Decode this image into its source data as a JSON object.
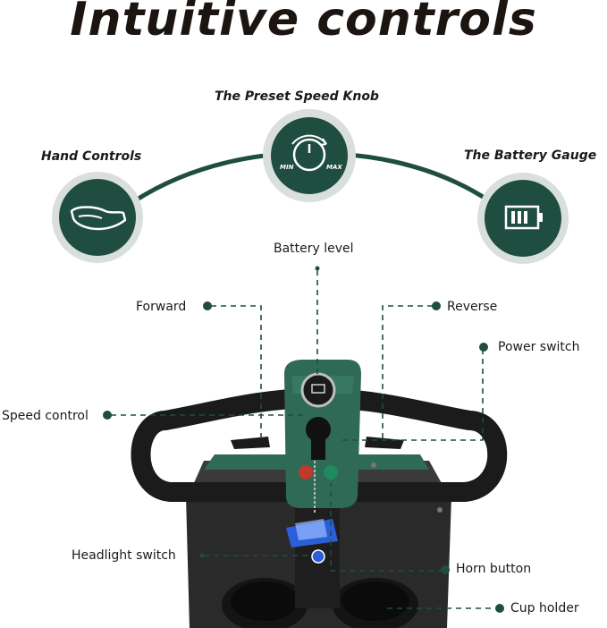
{
  "headline": "Intuitive controls",
  "features": {
    "hand_controls": "Hand Controls",
    "speed_knob": "The Preset Speed Knob",
    "battery_gauge": "The Battery Gauge"
  },
  "knob": {
    "min": "MIN",
    "max": "MAX"
  },
  "callouts": {
    "battery_level": "Battery level",
    "forward": "Forward",
    "reverse": "Reverse",
    "power_switch": "Power switch",
    "speed_control": "Speed control",
    "headlight_switch": "Headlight switch",
    "horn_button": "Horn button",
    "cup_holder": "Cup holder"
  },
  "colors": {
    "accent": "#1f4d40",
    "circle_ring": "#d9dfdd",
    "console_green": "#2f6a56",
    "handlebar": "#1b1b1b",
    "leader_line": "#1f4d40"
  }
}
